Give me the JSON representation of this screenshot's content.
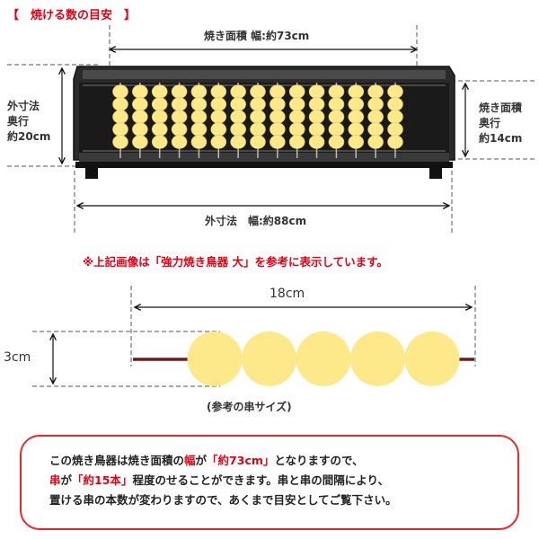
{
  "header": {
    "title": "【　焼ける数の目安　】"
  },
  "dimensions": {
    "grill_width": "焼き面積  幅:約73cm",
    "outer_depth_lines": [
      "外寸法",
      "奥行",
      "約20cm"
    ],
    "grill_depth_lines": [
      "焼き面積",
      "奥行",
      "約14cm"
    ],
    "outer_width": "外寸法　幅:約88cm"
  },
  "note": "※上記画像は「強力焼き鳥器 大」を参考に表示しています。",
  "skewer": {
    "length": "18cm",
    "ball_size": "3cm",
    "caption": "(参考の串サイズ)",
    "ball_count": 5,
    "ball_color": "#fde98a",
    "stick_color": "#6b1e1e"
  },
  "grill": {
    "skewer_count": 15,
    "pieces_per_skewer": 5,
    "body_color": "#2a2a2a"
  },
  "info_box": {
    "line1_a": "この焼き鳥器は焼き面積の",
    "line1_b": "幅",
    "line1_c": "が",
    "line1_d": "「約73cm」",
    "line1_e": "となりますので、",
    "line2_a": "串",
    "line2_b": "が",
    "line2_c": "「約15本」",
    "line2_d": "程度のせることができます。串と串の間隔により、",
    "line3": "置ける串の本数が変わりますので、あくまで目安としてご覧下さい。"
  }
}
